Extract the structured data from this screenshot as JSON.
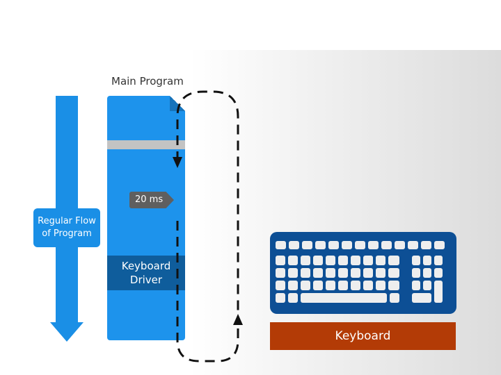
{
  "flow": {
    "label_line1": "Regular Flow",
    "label_line2": "of Program",
    "color": "#1a8fe6"
  },
  "main_program": {
    "title": "Main Program",
    "bar_color": "#1d93ec",
    "delay_tag": "20 ms",
    "driver_line1": "Keyboard",
    "driver_line2": "Driver",
    "driver_color": "#0f5d9c"
  },
  "keyboard": {
    "label": "Keyboard",
    "body_color": "#0d4f95",
    "label_color": "#b33b06"
  },
  "icons": [
    "down-arrow-icon",
    "keyboard-icon",
    "dashed-loop-arrow-icon"
  ]
}
